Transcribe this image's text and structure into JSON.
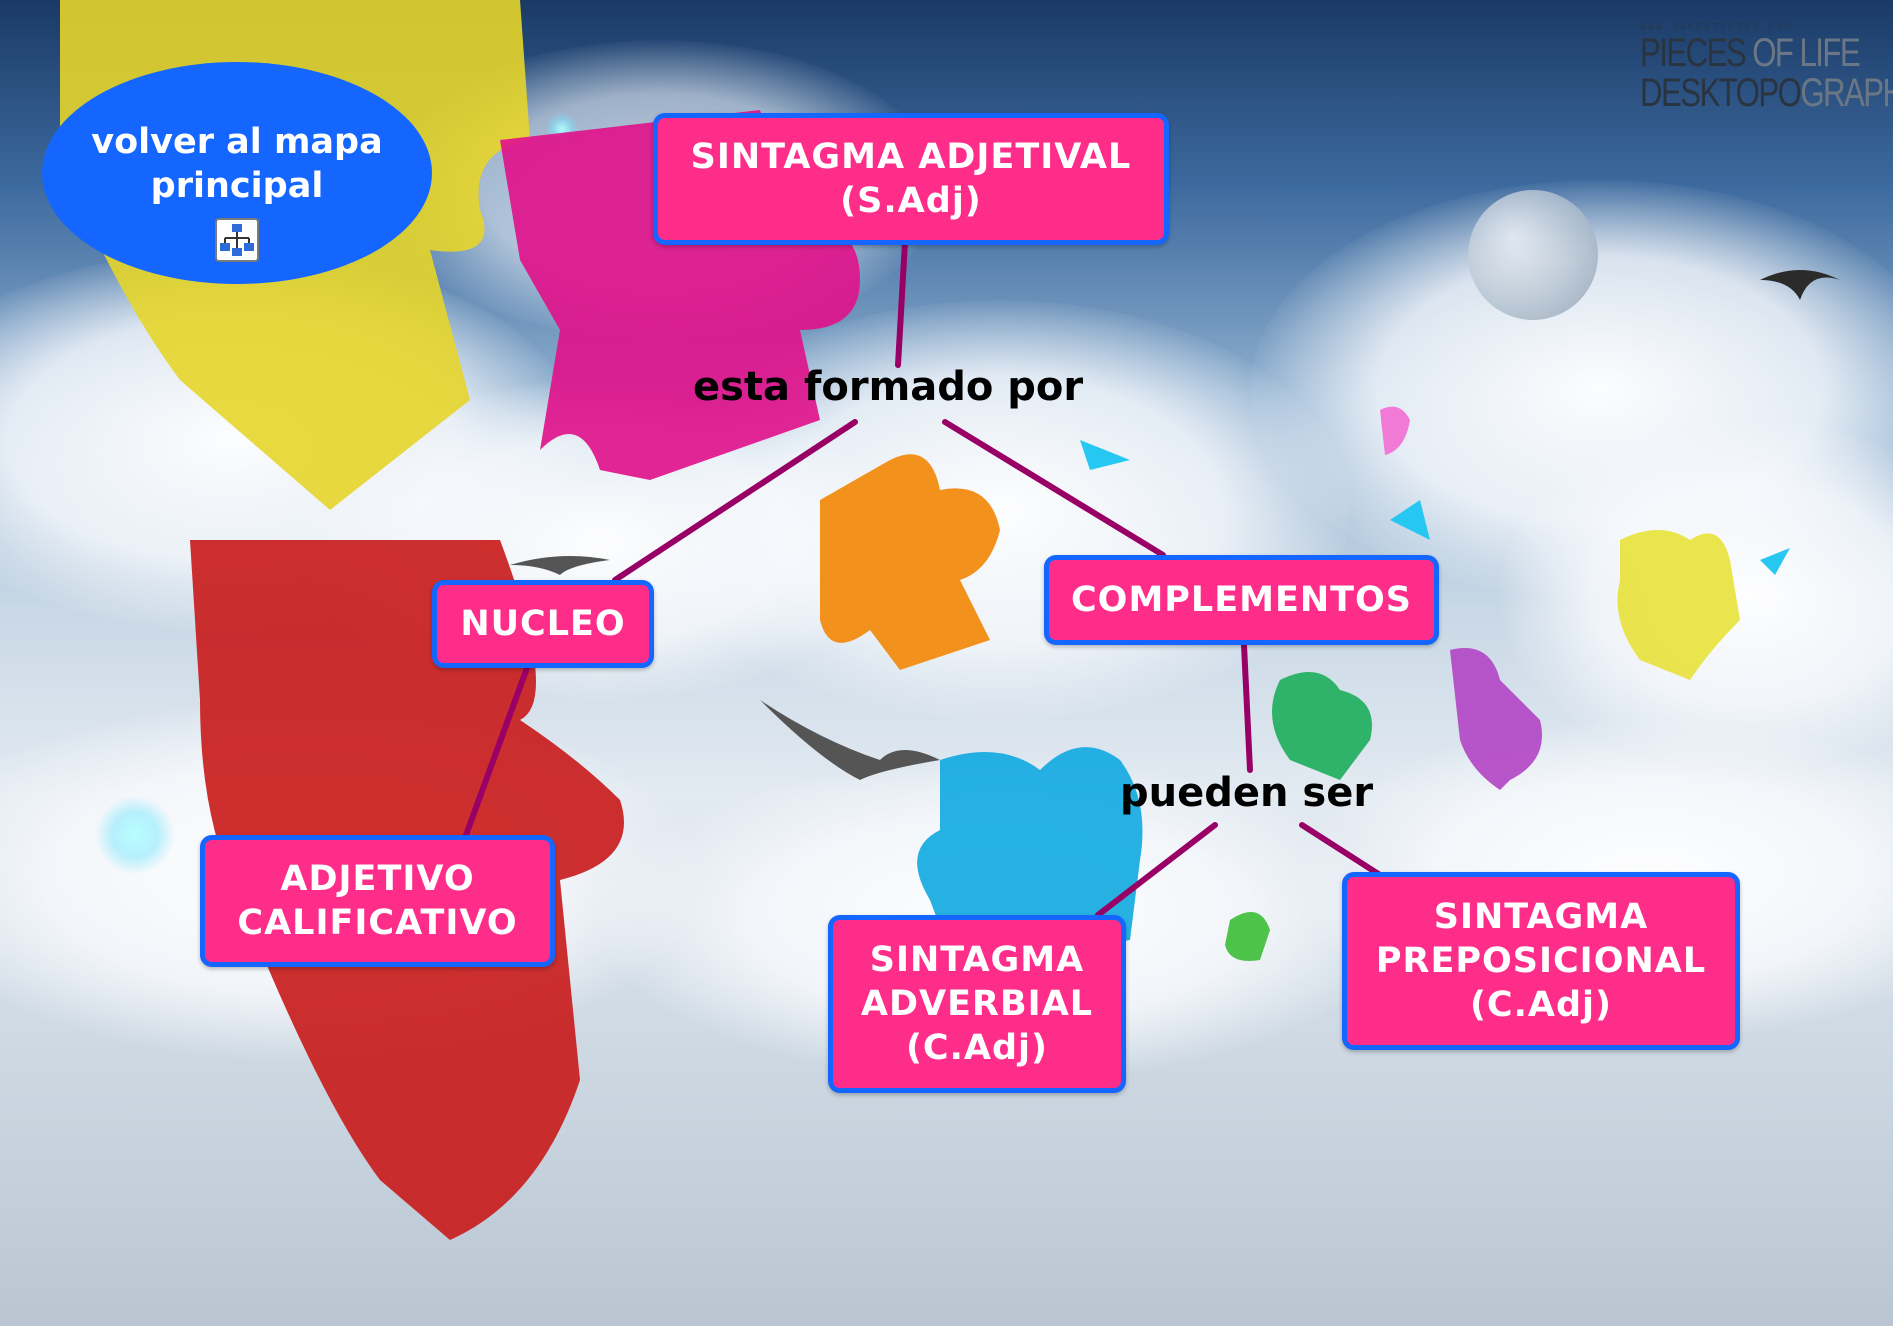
{
  "back_link": {
    "line1": "volver al mapa",
    "line2": "principal",
    "icon": "concept-map-icon"
  },
  "watermark": {
    "url": "WWW.JAKESTUDIOS.COM",
    "pieces": "PIECES",
    "of_life": "OF LIFE",
    "deskto": "DESKTOPO",
    "graphy": "GRAPHY"
  },
  "nodes": {
    "sintagma_adjetival": {
      "line1": "SINTAGMA ADJETIVAL",
      "line2": "(S.Adj)"
    },
    "nucleo": {
      "line1": "NUCLEO"
    },
    "complementos": {
      "line1": "COMPLEMENTOS"
    },
    "adjetivo_calificativo": {
      "line1": "ADJETIVO",
      "line2": "CALIFICATIVO"
    },
    "sintagma_adverbial": {
      "line1": "SINTAGMA",
      "line2": "ADVERBIAL",
      "line3": "(C.Adj)"
    },
    "sintagma_preposicional": {
      "line1": "SINTAGMA",
      "line2": "PREPOSICIONAL",
      "line3": "(C.Adj)"
    }
  },
  "link_labels": {
    "esta_formado_por": "esta formado por",
    "pueden_ser": "pueden ser"
  },
  "colors": {
    "node_fill": "#ff2d8a",
    "node_border": "#1466ff",
    "connector": "#990066",
    "back_button": "#1466ff"
  }
}
